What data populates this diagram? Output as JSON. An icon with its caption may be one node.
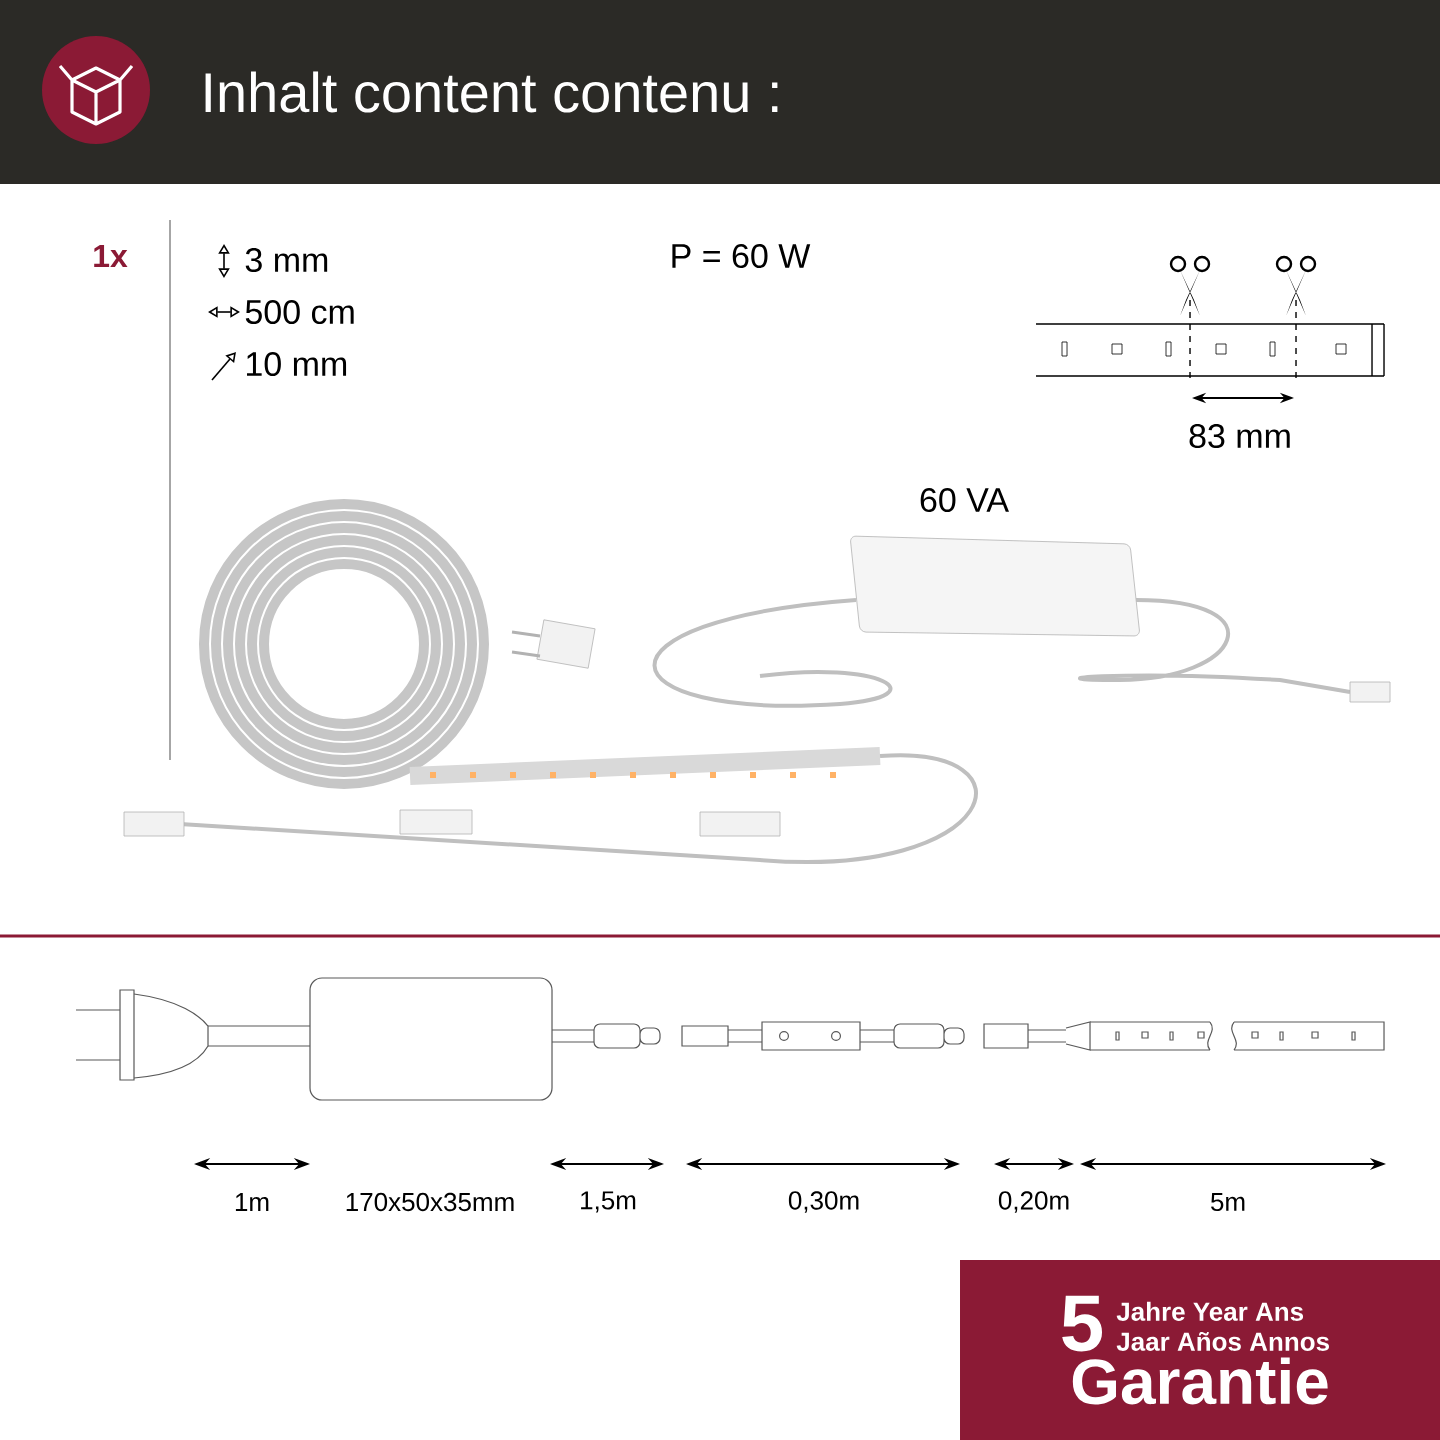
{
  "diagram": {
    "title": "Inhalt content contenu :",
    "nodes": [
      {
        "text": [
          "5",
          "Jahre Year Ans Jaar Años Annos",
          "Garantie"
        ]
      }
    ],
    "labels": [
      "1x",
      "3 mm",
      "500 cm",
      "10 mm",
      "P = 60 W",
      "83 mm",
      "60 VA",
      "1m",
      "170x50x35mm",
      "1,5m",
      "0,30m",
      "0,20m",
      "5m"
    ]
  }
}
